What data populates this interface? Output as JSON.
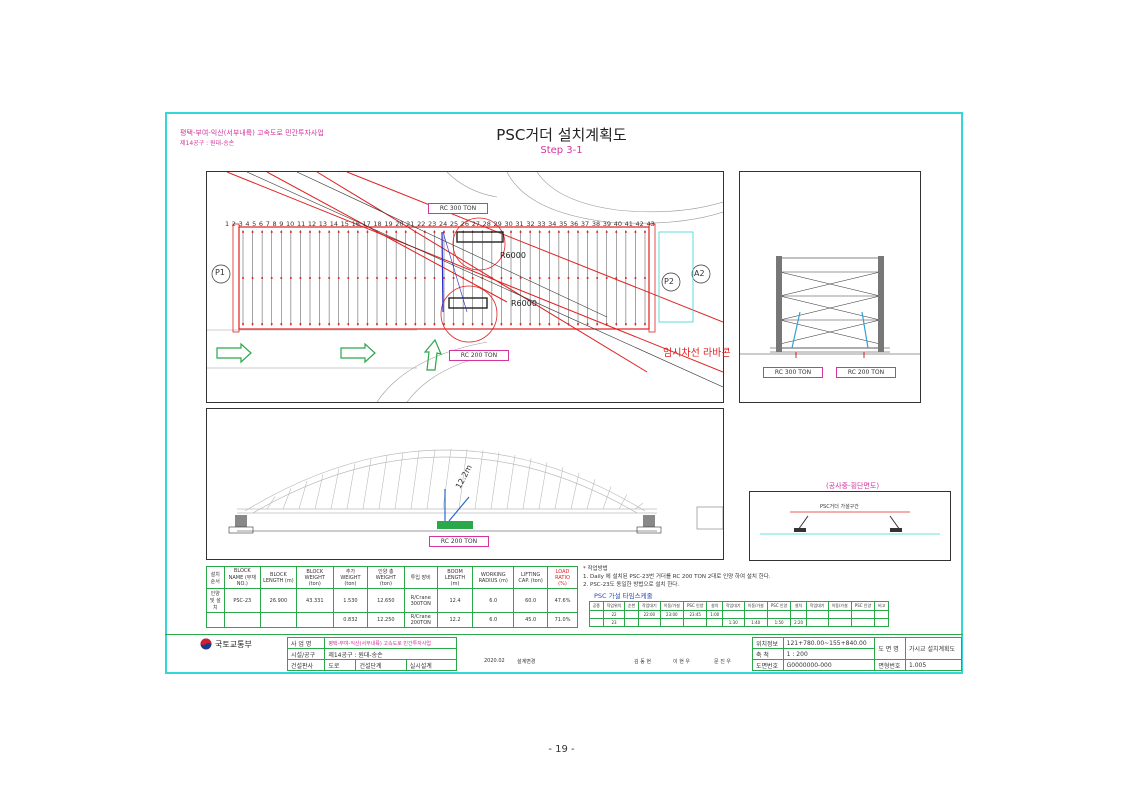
{
  "header": {
    "project": "평택-부여-익산(서부내륙) 고속도로 민간투자사업",
    "section": "제14공구 : 원대-송손",
    "title": "PSC거더 설치계획도",
    "step": "Step 3-1"
  },
  "plan": {
    "block_numbers": [
      "1",
      "2",
      "3",
      "4",
      "5",
      "6",
      "7",
      "8",
      "9",
      "10",
      "11",
      "12",
      "13",
      "14",
      "15",
      "16",
      "17",
      "18",
      "19",
      "20",
      "21",
      "22",
      "23",
      "24",
      "25",
      "26",
      "27",
      "28",
      "29",
      "30",
      "31",
      "32",
      "33",
      "34",
      "35",
      "36",
      "37",
      "38",
      "39",
      "40",
      "41",
      "42",
      "43"
    ],
    "crane_top": "RC 300 TON",
    "crane_bottom": "RC 200 TON",
    "radius_1": "R6000",
    "radius_2": "R6000",
    "pier_p1": "P1",
    "pier_p2": "P2",
    "abut_a2": "A2",
    "detour_label": "임시차선 라바콘"
  },
  "section_view": {
    "label_left": "RC 300 TON",
    "label_right": "RC 200 TON"
  },
  "elevation": {
    "boom_label": "12.2m",
    "crane_label": "RC 200 TON"
  },
  "traffic": {
    "title": "(공사중-횡단면도)",
    "lane_label": "PSC거더 가설구간"
  },
  "crane_table": {
    "headers": [
      "설치순서",
      "BLOCK NAME (부재NO.)",
      "BLOCK LENGTH (m)",
      "BLOCK WEIGHT (ton)",
      "추가 WEIGHT (ton)",
      "인양 총 WEIGHT (ton)",
      "투입 장비",
      "BOOM LENGTH (m)",
      "WORKING RADIUS (m)",
      "LIFTING CAP. (ton)",
      "LOAD RATIO (%)"
    ],
    "rows": [
      [
        "인양 및 설치",
        "PSC-23",
        "26.900",
        "43.331",
        "1.530",
        "12.650",
        "R/Crane 300TON",
        "12.4",
        "6.0",
        "60.0",
        "47.6%"
      ],
      [
        "",
        "",
        "",
        "",
        "0.832",
        "12.250",
        "R/Crane 200TON",
        "12.2",
        "6.0",
        "45.0",
        "71.0%"
      ]
    ]
  },
  "notes": {
    "title": "* 작업방법",
    "items": [
      "1.  Daily 에 설치된 PSC-23번 거더를 RC 200 TON 2대로 인양 하여 설치 한다.",
      "2.  PSC-23도 동일한 방법으로 설치 한다."
    ]
  },
  "schedule": {
    "title": "PSC 가설 타임스케줄",
    "headers": [
      "공종",
      "작업위치",
      "순번",
      "작업대기",
      "이동/가설",
      "PSC 인양",
      "설치",
      "작업대기",
      "이동/가설",
      "PSC 인양",
      "설치",
      "작업대기",
      "이동/가설",
      "PSC 인양",
      "비고"
    ],
    "row1": [
      "",
      "22",
      "",
      "22:00",
      "23:00",
      "23:45",
      "1:00",
      "",
      "",
      "",
      "",
      "",
      "",
      "",
      ""
    ],
    "row2": [
      "",
      "23",
      "",
      "",
      "",
      "",
      "",
      "1:30",
      "1:40",
      "1:50",
      "2:20",
      "",
      "",
      "",
      ""
    ]
  },
  "title_block": {
    "org": "국토교통부",
    "c_project_label": "사 업 명",
    "c_project": "평택-부여-익산(서부내륙) 고속도로 민간투자사업",
    "c_section_label": "시설/공구",
    "c_section": "제14공구 : 원대-송손",
    "c_stage_label": "건설판사",
    "c_stage": "도로",
    "c_phase_label": "건설단계",
    "c_phase": "실시설계",
    "date": "2020.02",
    "desc": "설계변경",
    "sign1": "김 동 현",
    "sign2": "이 현 우",
    "sign3": "문 진 우",
    "station_label": "위치정보",
    "station": "121+780.00~155+840.00",
    "scale_label": "축    척",
    "scale": "1 : 200",
    "dwg_label": "도면번호",
    "dwg_no": "G0000000-000",
    "name_label": "도 면 명",
    "name": "가시교 설치계획도",
    "sheet_label": "면형번호",
    "sheet_no": "1.005"
  },
  "footer": {
    "page": "- 19 -"
  }
}
